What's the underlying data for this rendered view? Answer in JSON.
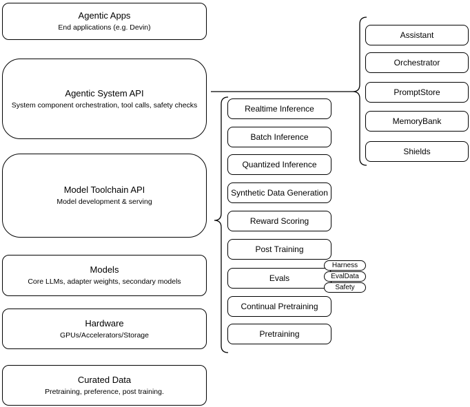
{
  "diagram": {
    "left_stack": [
      {
        "title": "Agentic Apps",
        "subtitle": "End applications (e.g. Devin)"
      },
      {
        "title": "Agentic System API",
        "subtitle": "System component orchestration, tool calls, safety checks"
      },
      {
        "title": "Model Toolchain API",
        "subtitle": "Model development & serving"
      },
      {
        "title": "Models",
        "subtitle": "Core LLMs, adapter weights, secondary models"
      },
      {
        "title": "Hardware",
        "subtitle": "GPUs/Accelerators/Storage"
      },
      {
        "title": "Curated Data",
        "subtitle": "Pretraining, preference, post training."
      }
    ],
    "toolchain_items": [
      {
        "label": "Realtime Inference"
      },
      {
        "label": "Batch Inference"
      },
      {
        "label": "Quantized Inference"
      },
      {
        "label": "Synthetic Data Generation"
      },
      {
        "label": "Reward Scoring"
      },
      {
        "label": "Post Training"
      },
      {
        "label": "Evals"
      },
      {
        "label": "Continual Pretraining"
      },
      {
        "label": "Pretraining"
      }
    ],
    "eval_pills": [
      {
        "label": "Harness"
      },
      {
        "label": "EvalData"
      },
      {
        "label": "Safety"
      }
    ],
    "system_components": [
      {
        "label": "Assistant"
      },
      {
        "label": "Orchestrator"
      },
      {
        "label": "PromptStore"
      },
      {
        "label": "MemoryBank"
      },
      {
        "label": "Shields"
      }
    ],
    "colors": {
      "stroke": "#000000",
      "fill": "#ffffff",
      "background": "#ffffff"
    }
  }
}
